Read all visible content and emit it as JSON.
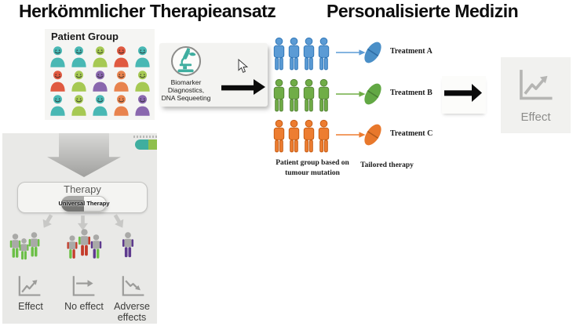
{
  "titles": {
    "left": "Herkömmlicher Therapieansatz",
    "right": "Personalisierte Medizin"
  },
  "patient_group": {
    "label": "Patient Group",
    "grid": [
      [
        "#49b8b4",
        "#49b8b4",
        "#a6c953",
        "#e05a41",
        "#49b8b4"
      ],
      [
        "#e05a41",
        "#a6c953",
        "#8a68ae",
        "#e8834e",
        "#a6c953"
      ],
      [
        "#49b8b4",
        "#a6c953",
        "#49b8b4",
        "#e8834e",
        "#8a68ae"
      ]
    ]
  },
  "biomarker": {
    "icon": "microscope-icon",
    "icon_color": "#3fae9f",
    "lines": [
      "Biomarker",
      "Diagnostics,",
      "DNA Sequeeting"
    ]
  },
  "personalized": {
    "rows": [
      {
        "label": "Treatment A",
        "people_fill": "#5b9bd5",
        "people_stroke": "#2e75b6",
        "arrow_color": "#5b9bd5",
        "pill_color": "#4a8fc7",
        "pill_line": "#2d6ba3",
        "pill_icon": "pill-icon"
      },
      {
        "label": "Treatment B",
        "people_fill": "#70ad47",
        "people_stroke": "#548235",
        "arrow_color": "#70ad47",
        "pill_color": "#62a844",
        "pill_line": "#497f33",
        "pill_icon": "pill-icon"
      },
      {
        "label": "Treatment C",
        "people_fill": "#ed7d31",
        "people_stroke": "#c55a11",
        "arrow_color": "#ed7d31",
        "pill_color": "#e8782c",
        "pill_line": "#b25a1c",
        "pill_icon": "pill-icon"
      }
    ],
    "caption_lines": [
      "Patient group based on",
      "tumour mutation"
    ],
    "tailored_caption": "Tailored therapy"
  },
  "effect_box": {
    "label": "Effect",
    "icon": "chart-up-icon",
    "icon_color": "#b5b5b3"
  },
  "traditional_panel": {
    "therapy_title": "Therapy",
    "capsule_label": "Universal Therapy",
    "mini_capsule": {
      "icon": "capsule-icon",
      "left_color": "#3fae9f",
      "right_color": "#8fbf4d"
    },
    "chart_color": "#9c9c9a",
    "outcomes": [
      {
        "label": "Effect",
        "icon": "chart-up-icon",
        "people": [
          {
            "head": "#a9a9a7",
            "torso": "#a9a9a7",
            "armL": "#6cbf47",
            "armR": "#6cbf47",
            "legL": "#6cbf47",
            "legR": "#6cbf47"
          },
          {
            "head": "#a9a9a7",
            "torso": "#a9a9a7",
            "armL": "#6cbf47",
            "armR": "#6cbf47",
            "legL": "#6cbf47",
            "legR": "#6cbf47"
          },
          {
            "head": "#a9a9a7",
            "torso": "#a9a9a7",
            "armL": "#6cbf47",
            "armR": "#6cbf47",
            "legL": "#6cbf47",
            "legR": "#6cbf47"
          }
        ]
      },
      {
        "label": "No effect",
        "icon": "chart-flat-icon",
        "people": [
          {
            "head": "#a9a9a7",
            "torso": "#a9a9a7",
            "armL": "#c43b2a",
            "armR": "#c43b2a",
            "legL": "#6cbf47",
            "legR": "#c43b2a"
          },
          {
            "head": "#a9a9a7",
            "torso": "#a9a9a7",
            "armL": "#6cbf47",
            "armR": "#c43b2a",
            "legL": "#c43b2a",
            "legR": "#c43b2a"
          },
          {
            "head": "#a9a9a7",
            "torso": "#a9a9a7",
            "armL": "#5e3a8e",
            "armR": "#5e3a8e",
            "legL": "#5e3a8e",
            "legR": "#6cbf47"
          }
        ]
      },
      {
        "label": "Adverse effects",
        "icon": "chart-down-icon",
        "people": [
          {
            "head": "#a9a9a7",
            "torso": "#a9a9a7",
            "armL": "#5e3a8e",
            "armR": "#5e3a8e",
            "legL": "#5e3a8e",
            "legR": "#5e3a8e"
          }
        ]
      }
    ]
  },
  "cursor": {
    "icon": "mouse-cursor"
  }
}
